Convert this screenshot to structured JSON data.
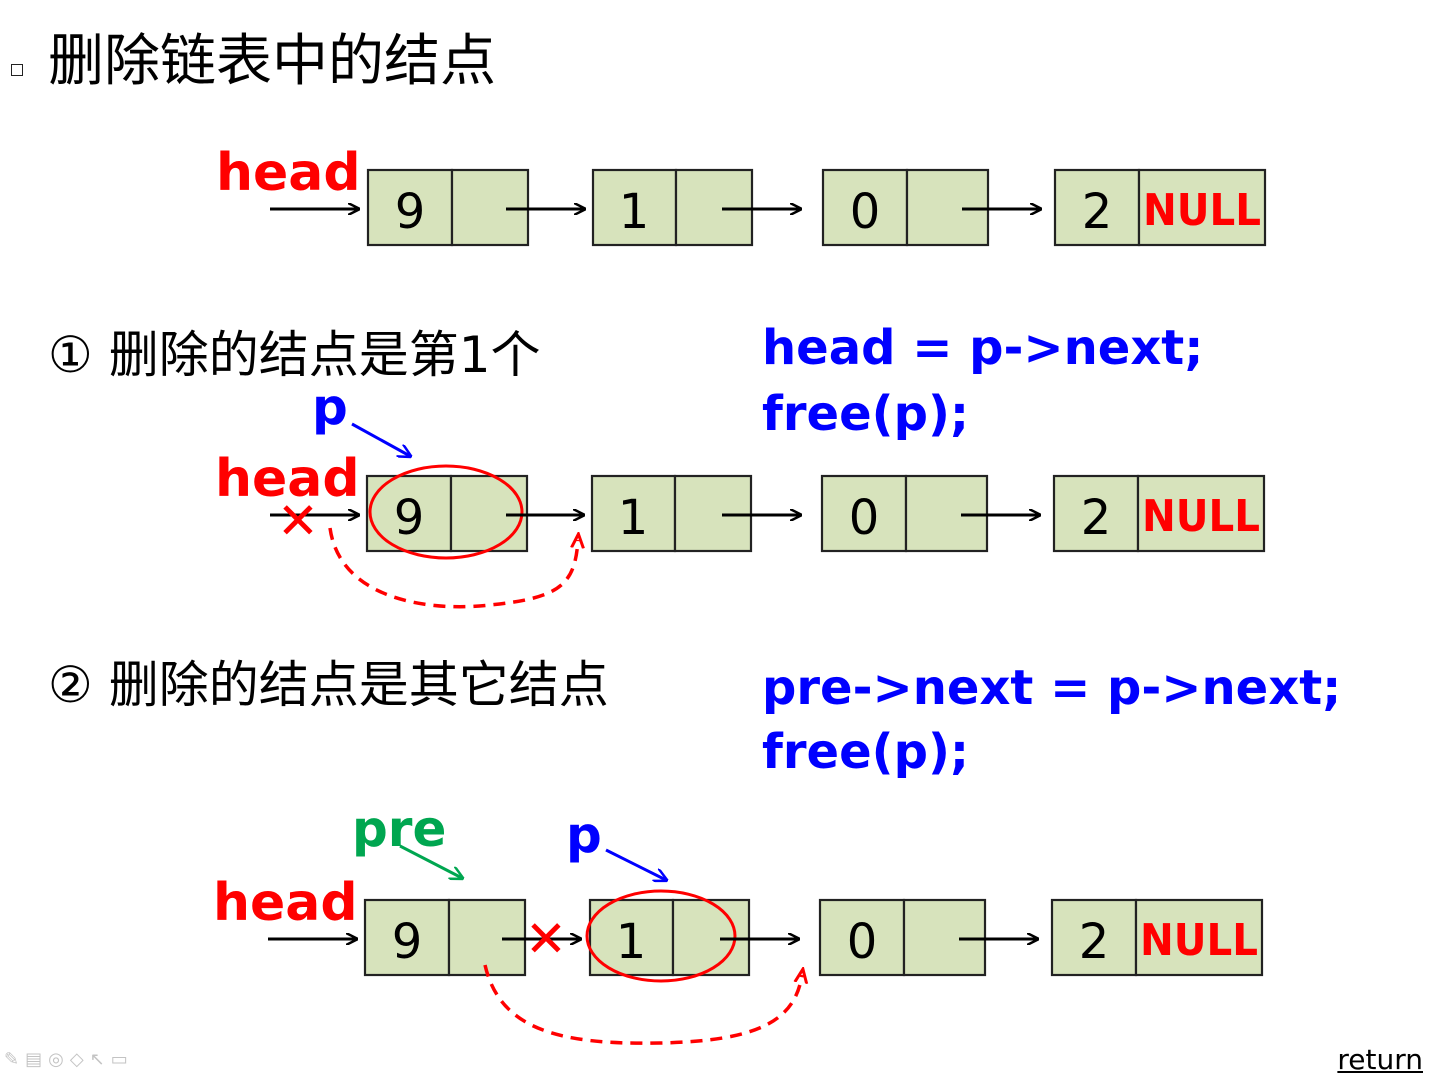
{
  "title": "删除链表中的结点",
  "case1": {
    "label": "① 删除的结点是第1个",
    "code": [
      "head = p->next;",
      "free(p);"
    ]
  },
  "case2": {
    "label": "② 删除的结点是其它结点",
    "code": [
      "pre->next  = p->next;",
      "free(p);"
    ]
  },
  "diagram_labels": {
    "head": "head",
    "p": "p",
    "pre": "pre",
    "null": "NULL",
    "x_mark": "✕"
  },
  "list_values": [
    "9",
    "1",
    "0",
    "2"
  ],
  "colors": {
    "head": "#ff0000",
    "code": "#0000ff",
    "pre": "#00a650",
    "node_fill": "#d7e3bc",
    "circle": "#ff0000"
  },
  "footer": {
    "return_label": "return"
  }
}
